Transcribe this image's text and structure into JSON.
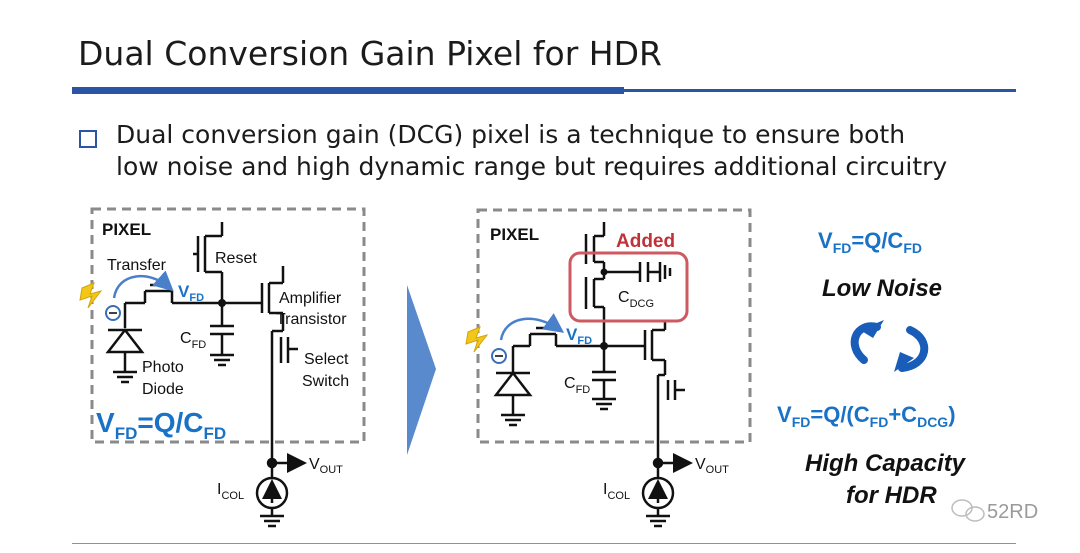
{
  "title": "Dual Conversion Gain Pixel for HDR",
  "bullet": {
    "line1": "Dual conversion gain (DCG) pixel is a technique to ensure both",
    "line2": "low noise and high dynamic range but requires additional circuitry"
  },
  "left_pixel": {
    "box_label": "PIXEL",
    "reset": "Reset",
    "transfer": "Transfer",
    "vfd": "V",
    "vfd_sub": "FD",
    "amp_line1": "Amplifier",
    "amp_line2": "Transistor",
    "cfd": "C",
    "cfd_sub": "FD",
    "select_line1": "Select",
    "select_line2": "Switch",
    "photo_line1": "Photo",
    "photo_line2": "Diode",
    "eq_v": "V",
    "eq_sub1": "FD",
    "eq_mid": "=Q/C",
    "eq_sub2": "FD",
    "vout": "V",
    "vout_sub": "OUT",
    "icol": "I",
    "icol_sub": "COL"
  },
  "right_pixel": {
    "box_label": "PIXEL",
    "added": "Added",
    "cdcg": "C",
    "cdcg_sub": "DCG",
    "vfd": "V",
    "vfd_sub": "FD",
    "cfd": "C",
    "cfd_sub": "FD",
    "vout": "V",
    "vout_sub": "OUT",
    "icol": "I",
    "icol_sub": "COL"
  },
  "right_panel": {
    "eq1_v": "V",
    "eq1_sub1": "FD",
    "eq1_mid": "=Q/C",
    "eq1_sub2": "FD",
    "low_noise": "Low Noise",
    "eq2_v": "V",
    "eq2_sub1": "FD",
    "eq2_mid1": "=Q/(C",
    "eq2_sub2": "FD",
    "eq2_mid2": "+C",
    "eq2_sub3": "DCG",
    "eq2_end": ")",
    "high_cap_line1": "High Capacity",
    "high_cap_line2": "for HDR"
  },
  "watermark": "52RD",
  "colors": {
    "accent_blue": "#2a55a5",
    "equation_blue": "#1a72c7",
    "added_red": "#c0323a",
    "dashed_gray": "#8a8a8a",
    "arrow_blue": "#3c76c4"
  }
}
